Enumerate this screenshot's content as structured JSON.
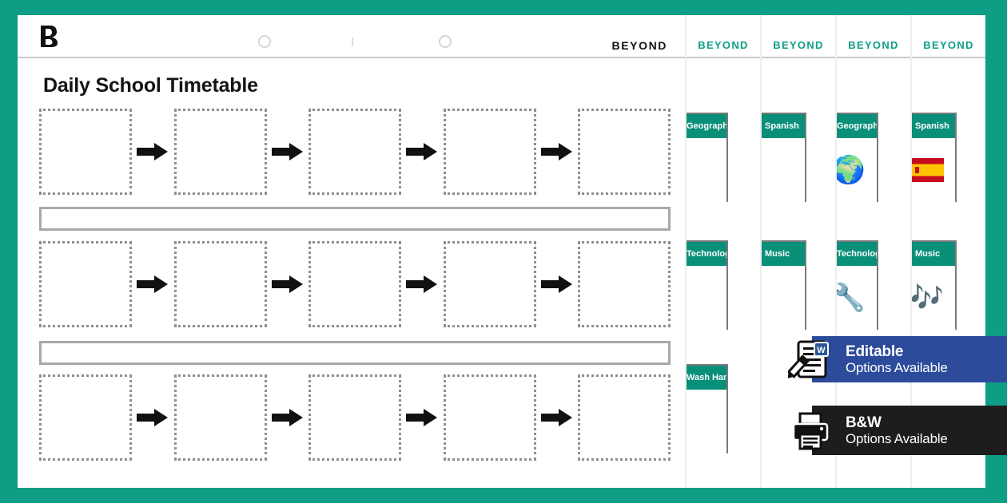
{
  "theme": {
    "teal": "#0d9e85",
    "card_header_teal": "#0a8f79",
    "editable_blue": "#2c4b9b",
    "bw_dark": "#1d1d1d",
    "page_white": "#ffffff",
    "dotted_gray": "#8f8f8f"
  },
  "worksheet": {
    "brand_logo": "beyond-b-logo",
    "wordmark": "BEYOND",
    "title": "Daily School Timetable",
    "binder_holes": [
      "binder-hole-left",
      "binder-hole-right"
    ],
    "rows": [
      {
        "cells": [
          "",
          "",
          "",
          "",
          ""
        ],
        "arrows": [
          "arrow-right-icon",
          "arrow-right-icon",
          "arrow-right-icon",
          "arrow-right-icon"
        ]
      },
      {
        "cells": [
          "",
          "",
          "",
          "",
          ""
        ],
        "arrows": [
          "arrow-right-icon",
          "arrow-right-icon",
          "arrow-right-icon",
          "arrow-right-icon"
        ]
      },
      {
        "cells": [
          "",
          "",
          "",
          "",
          ""
        ],
        "arrows": [
          "arrow-right-icon",
          "arrow-right-icon",
          "arrow-right-icon",
          "arrow-right-icon"
        ]
      }
    ],
    "separator_bars": [
      "",
      ""
    ]
  },
  "preview_panels": [
    {
      "wordmark": "BEYOND",
      "cards": [
        {
          "label": "Geography",
          "icon": ""
        },
        {
          "label": "Technology",
          "icon": ""
        },
        {
          "label": "Wash Hands",
          "icon": ""
        }
      ]
    },
    {
      "wordmark": "BEYOND",
      "cards": [
        {
          "label": "Spanish",
          "icon": ""
        },
        {
          "label": "Music",
          "icon": ""
        },
        {
          "label": "",
          "icon": ""
        }
      ]
    },
    {
      "wordmark": "BEYOND",
      "cards": [
        {
          "label": "Geography",
          "icon": "globe-icon"
        },
        {
          "label": "Technology",
          "icon": "tools-icon"
        },
        {
          "label": "",
          "icon": ""
        }
      ]
    },
    {
      "wordmark": "BEYOND",
      "cards": [
        {
          "label": "Spanish",
          "icon": "spain-flag-icon"
        },
        {
          "label": "Music",
          "icon": "music-notes-icon"
        },
        {
          "label": "",
          "icon": ""
        }
      ]
    }
  ],
  "badges": [
    {
      "id": "editable",
      "icon": "word-document-pencil-icon",
      "title": "Editable",
      "subtitle": "Options Available"
    },
    {
      "id": "black-and-white",
      "icon": "printer-icon",
      "title": "B&W",
      "subtitle": "Options Available"
    }
  ]
}
